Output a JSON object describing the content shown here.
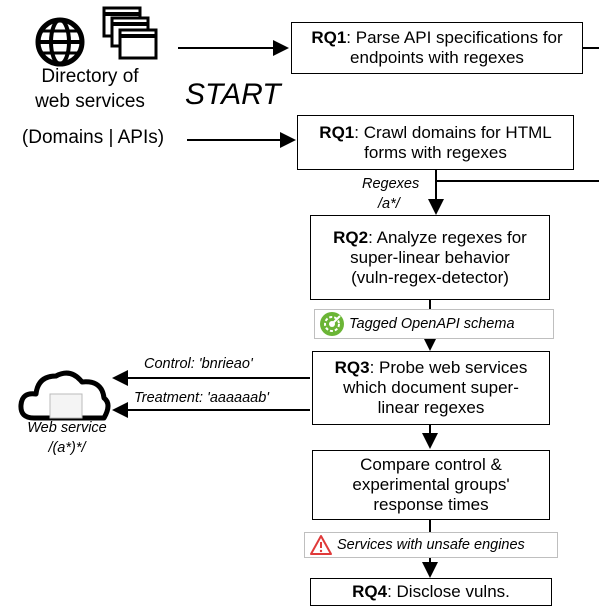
{
  "source": {
    "directory_line1": "Directory of",
    "directory_line2": "web services",
    "directory_line3": "(Domains | APIs)",
    "start": "START"
  },
  "rq1_api": {
    "tag": "RQ1",
    "text": ": Parse API specifications for endpoints with regexes"
  },
  "rq1_crawl": {
    "tag": "RQ1",
    "text": ": Crawl domains for HTML forms with regexes"
  },
  "regex_label": {
    "line1": "Regexes",
    "line2": "/a*/"
  },
  "rq2": {
    "tag": "RQ2",
    "text": ": Analyze regexes for super-linear behavior (vuln-regex-detector)"
  },
  "openapi_tag": "Tagged OpenAPI schema",
  "rq3": {
    "tag": "RQ3",
    "text": ": Probe web services which document super-linear regexes"
  },
  "control": "Control: 'bnrieao'",
  "treatment": "Treatment: 'aaaaaab'",
  "web_service": {
    "line1": "Web service",
    "line2": "/(a*)*/"
  },
  "compare": "Compare control & experimental groups' response times",
  "unsafe_tag": "Services with unsafe engines",
  "rq4": {
    "tag": "RQ4",
    "text": ": Disclose vulns."
  },
  "colors": {
    "openapi_green": "#6bb536",
    "warning_red": "#e03a3a"
  }
}
